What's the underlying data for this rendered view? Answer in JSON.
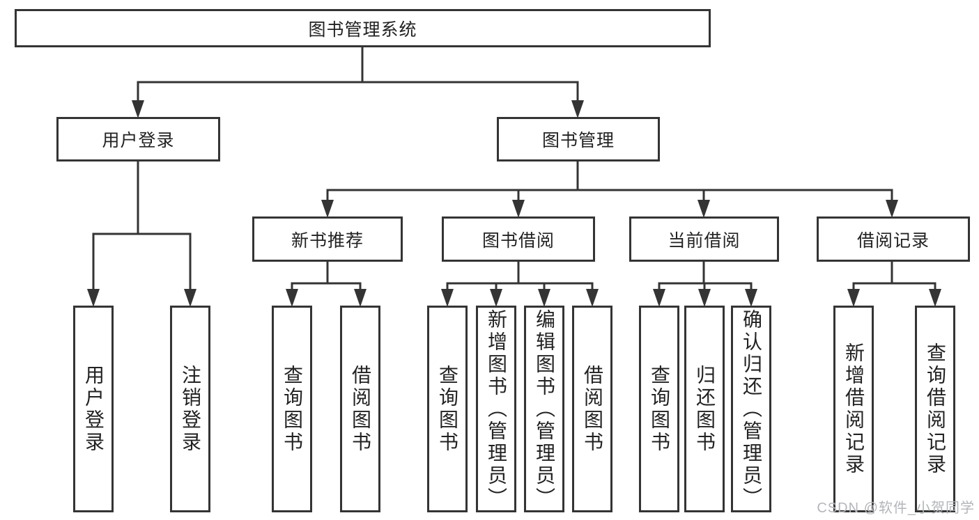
{
  "root": {
    "label": "图书管理系统"
  },
  "branches": [
    {
      "label": "用户登录",
      "children": [
        {
          "label": "用户登录"
        },
        {
          "label": "注销登录"
        }
      ]
    },
    {
      "label": "图书管理",
      "groups": [
        {
          "label": "新书推荐",
          "children": [
            {
              "label": "查询图书"
            },
            {
              "label": "借阅图书"
            }
          ]
        },
        {
          "label": "图书借阅",
          "children": [
            {
              "label": "查询图书"
            },
            {
              "label": "新增图书（管理员）"
            },
            {
              "label": "编辑图书（管理员）"
            },
            {
              "label": "借阅图书"
            }
          ]
        },
        {
          "label": "当前借阅",
          "children": [
            {
              "label": "查询图书"
            },
            {
              "label": "归还图书"
            },
            {
              "label": "确认归还（管理员）"
            }
          ]
        },
        {
          "label": "借阅记录",
          "children": [
            {
              "label": "新增借阅记录"
            },
            {
              "label": "查询借阅记录"
            }
          ]
        }
      ]
    }
  ],
  "watermark": {
    "text": "CSDN @软件_小贺同学"
  },
  "colors": {
    "line": "#343434",
    "text": "#222222",
    "background": "#ffffff",
    "watermark": "#b3b6ba"
  }
}
